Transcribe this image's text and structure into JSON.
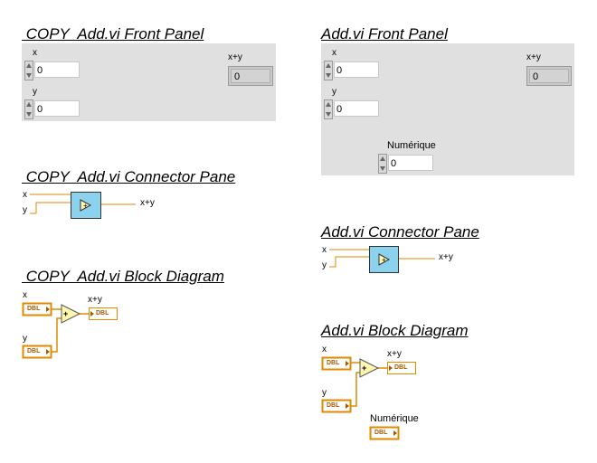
{
  "copy": {
    "front_panel_title": " COPY  Add.vi Front Panel",
    "connector_title": " COPY  Add.vi Connector Pane",
    "block_title": " COPY  Add.vi Block Diagram",
    "x_label": "x",
    "y_label": "y",
    "x_value": "0",
    "y_value": "0",
    "sum_label": "x+y",
    "sum_value": "0",
    "conn_x": "x",
    "conn_y": "y",
    "conn_out": "x+y",
    "bd_x": "x",
    "bd_y": "y",
    "bd_out": "x+y",
    "add_symbol": "+",
    "dbl": "DBL"
  },
  "orig": {
    "front_panel_title": "Add.vi Front Panel",
    "connector_title": "Add.vi Connector Pane",
    "block_title": "Add.vi Block Diagram",
    "x_label": "x",
    "y_label": "y",
    "x_value": "0",
    "y_value": "0",
    "sum_label": "x+y",
    "sum_value": "0",
    "numeric_label": "Numérique",
    "numeric_value": "0",
    "conn_x": "x",
    "conn_y": "y",
    "conn_out": "x+y",
    "bd_x": "x",
    "bd_y": "y",
    "bd_out": "x+y",
    "bd_numeric": "Numérique",
    "add_symbol": "+",
    "dbl": "DBL"
  },
  "colors": {
    "panel": "#e0e0e0",
    "wire": "#e08a00",
    "terminal": "#e08a00",
    "connector_fill": "#8ad2ee",
    "add_fill": "#fff7b0"
  }
}
